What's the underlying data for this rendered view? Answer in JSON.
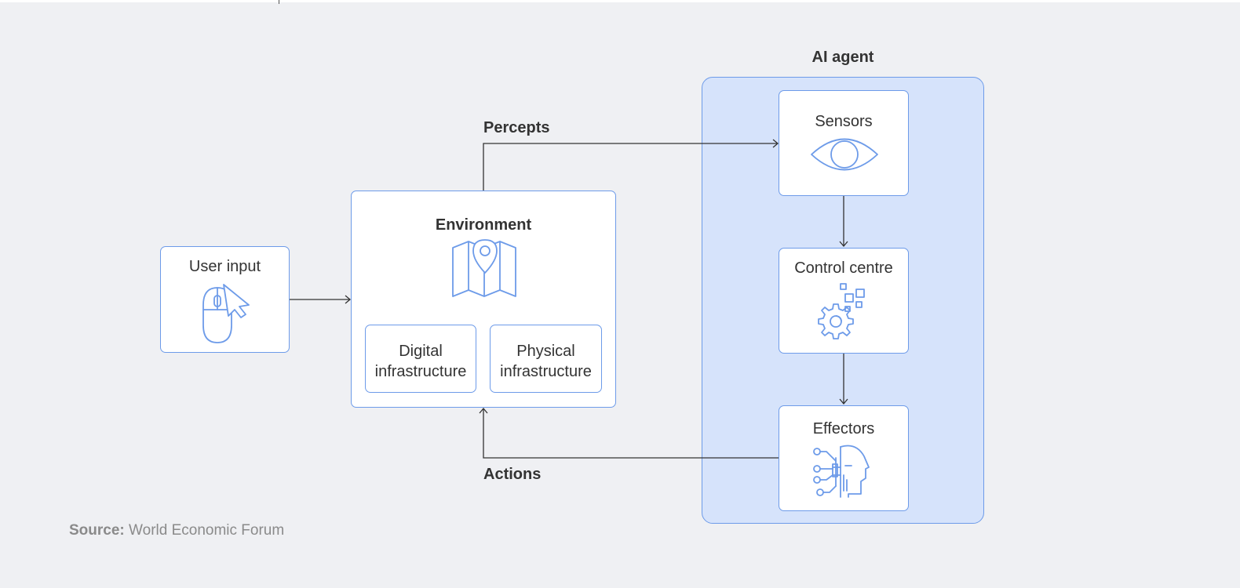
{
  "diagram": {
    "agent_group": {
      "title": "AI agent"
    },
    "nodes": {
      "user_input": {
        "label": "User input",
        "icon": "mouse-cursor-icon"
      },
      "environment": {
        "label": "Environment",
        "icon": "map-pin-icon",
        "children": {
          "digital": {
            "line1": "Digital",
            "line2": "infrastructure"
          },
          "physical": {
            "line1": "Physical",
            "line2": "infrastructure"
          }
        }
      },
      "sensors": {
        "label": "Sensors",
        "icon": "eye-icon"
      },
      "control_centre": {
        "label": "Control centre",
        "icon": "gear-icon"
      },
      "effectors": {
        "label": "Effectors",
        "icon": "ai-head-icon"
      }
    },
    "edges": [
      {
        "from": "user_input",
        "to": "environment",
        "label": ""
      },
      {
        "from": "environment",
        "to": "sensors",
        "label": "Percepts"
      },
      {
        "from": "sensors",
        "to": "control_centre",
        "label": ""
      },
      {
        "from": "control_centre",
        "to": "effectors",
        "label": ""
      },
      {
        "from": "effectors",
        "to": "environment",
        "label": "Actions"
      }
    ],
    "colors": {
      "accent": "#6d9be9",
      "agent_fill": "#d6e3fb",
      "background": "#eff0f3",
      "line": "#333333"
    }
  },
  "source": {
    "prefix": "Source:",
    "text": "World Economic Forum"
  }
}
